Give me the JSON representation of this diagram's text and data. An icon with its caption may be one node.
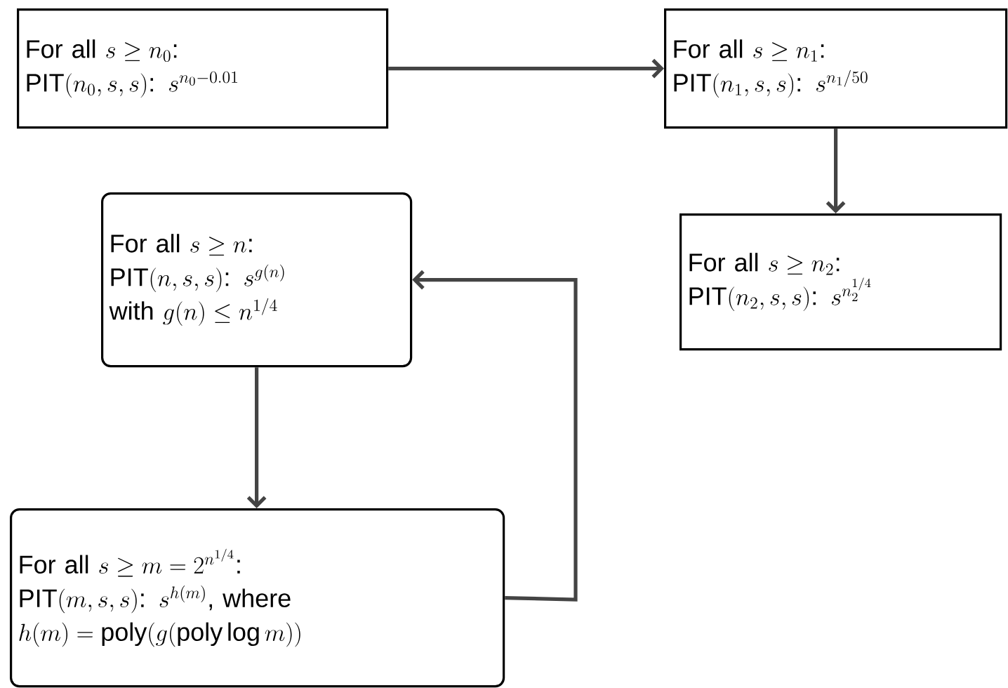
{
  "diagram": {
    "nodes": [
      {
        "text": [
          "\\text{For all } s \\geq n_0\\text{:}",
          "\\mathrm{PIT}(n_0,s,s)\\text{: } s^{n_0-0.01}"
        ]
      },
      {
        "text": [
          "\\text{For all } s \\geq n_1\\text{:}",
          "\\mathrm{PIT}(n_1,s,s)\\text{: } s^{n_1/50}"
        ]
      },
      {
        "text": [
          "\\text{For all } s \\geq n_2\\text{:}",
          "\\mathrm{PIT}(n_2,s,s)\\text{: } s^{n_2^{1/4}}"
        ]
      },
      {
        "text": [
          "\\text{For all } s \\geq n\\text{:}",
          "\\mathrm{PIT}(n,s,s)\\text{: } s^{g(n)}",
          "\\text{with } g(n) \\leq n^{1/4}"
        ]
      },
      {
        "text": [
          "\\text{For all } s \\geq m = 2^{n^{1/4}}\\text{:}",
          "\\mathrm{PIT}(m,s,s)\\text{: } s^{h(m)}\\text{, where}",
          "h(m) = \\mathrm{poly}(g(\\mathrm{poly}\\log m))"
        ]
      }
    ],
    "edges": [
      {
        "from": 0,
        "to": 1,
        "arrow": "to"
      },
      {
        "from": 1,
        "to": 2,
        "arrow": "to"
      },
      {
        "from": 3,
        "to": 4,
        "arrow": "to"
      },
      {
        "from": 4,
        "to": 3,
        "arrow": "to"
      }
    ]
  }
}
